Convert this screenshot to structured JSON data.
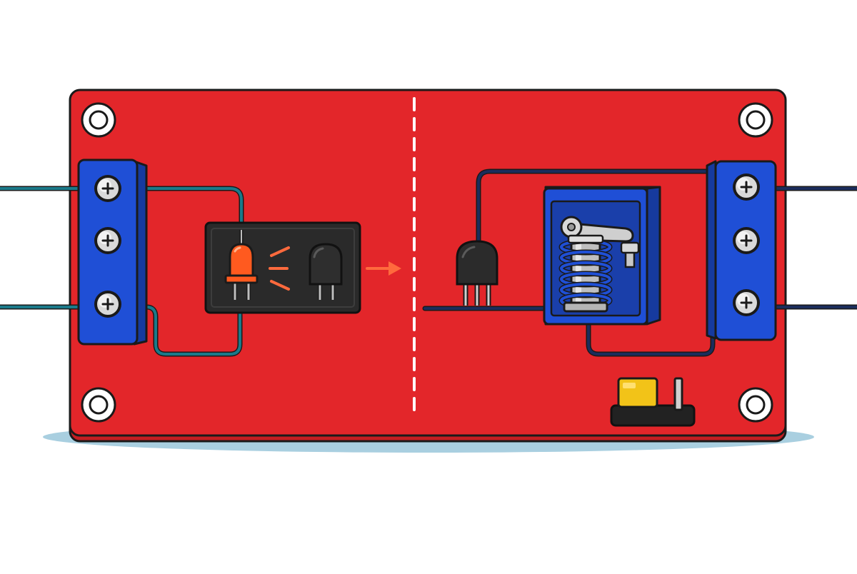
{
  "colors": {
    "page_bg": "#ffffff",
    "shadow": "#a9cfe0",
    "board": "#e3262a",
    "board_edge": "#c41e22",
    "outline": "#1a1a1a",
    "terminal_block": "#1f4fd6",
    "terminal_side": "#163a9e",
    "screw": "#d9d9d9",
    "input_wire": "#1b7a8a",
    "output_wire": "#1b2d5c",
    "isolation_line": "#ffffff",
    "optocoupler_body": "#2a2a2a",
    "led": "#ff5a1f",
    "light_rays": "#ff6a3d",
    "phototransistor": "#2e2e2e",
    "signal_arrow": "#ff6a3d",
    "transistor": "#2b2b2b",
    "relay_housing": "#1f4fd6",
    "relay_inner": "#1a3faa",
    "relay_coil": "#1f4fd6",
    "relay_metal": "#c8c8c8",
    "jumper_cap": "#f2c318",
    "jumper_base": "#222222"
  },
  "components": {
    "mounting_holes": [
      "top-left-hole",
      "top-right-hole",
      "bottom-left-hole",
      "bottom-right-hole"
    ],
    "left_terminal_screws": [
      "plus-icon",
      "plus-icon",
      "plus-icon"
    ],
    "right_terminal_screws": [
      "plus-icon",
      "plus-icon",
      "plus-icon"
    ],
    "optocoupler_parts": [
      "led-icon",
      "light-rays-icon",
      "phototransistor-icon"
    ],
    "relay_parts": [
      "coil-icon",
      "armature-lever-icon",
      "contact-icon"
    ],
    "jumper": "jumper-icon",
    "arrow": "arrow-right-icon"
  }
}
